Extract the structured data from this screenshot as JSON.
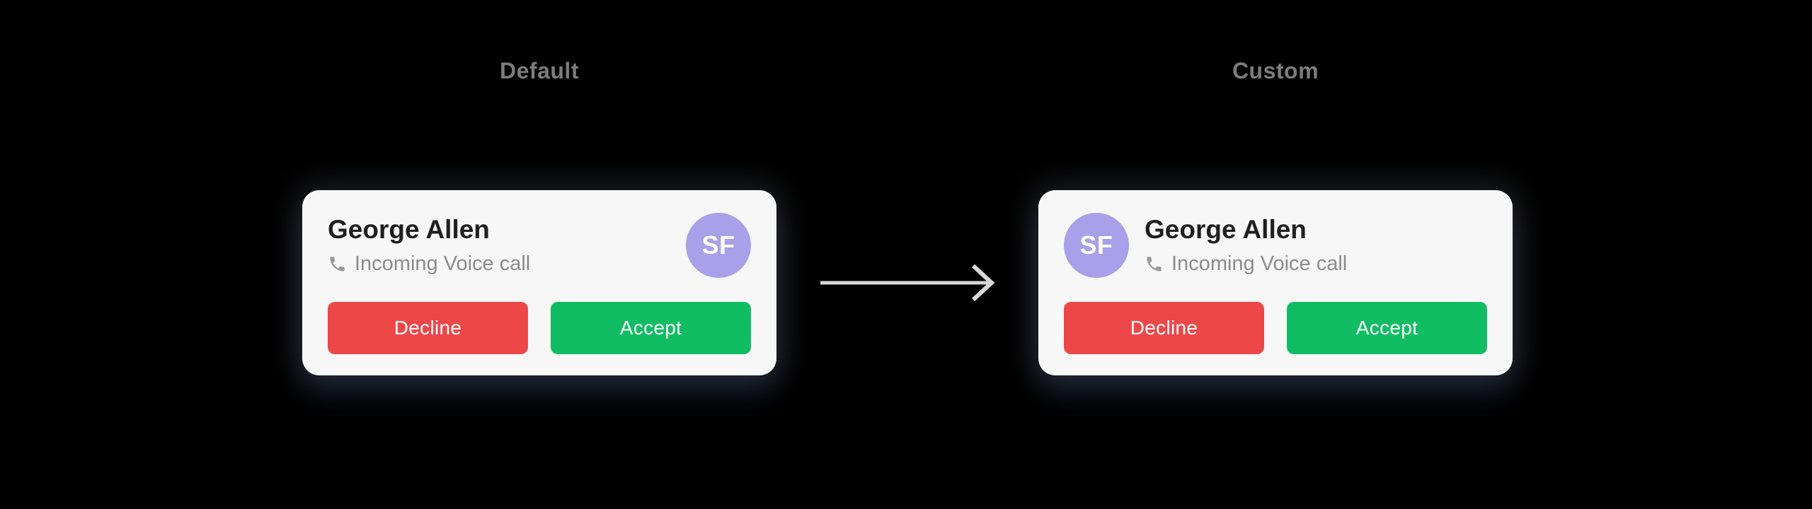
{
  "columns": [
    {
      "heading": "Default",
      "card": {
        "name": "George Allen",
        "status": "Incoming Voice call",
        "avatar_initials": "SF",
        "avatar_position": "right",
        "buttons": [
          {
            "action": "decline",
            "label": "Decline"
          },
          {
            "action": "accept",
            "label": "Accept"
          }
        ]
      }
    },
    {
      "heading": "Custom",
      "card": {
        "name": "George Allen",
        "status": "Incoming Voice call",
        "avatar_initials": "SF",
        "avatar_position": "left",
        "buttons": [
          {
            "action": "decline",
            "label": "Decline"
          },
          {
            "action": "accept",
            "label": "Accept"
          }
        ]
      }
    }
  ],
  "arrow": {
    "direction": "right"
  },
  "icons": {
    "phone": "phone-icon",
    "arrow": "arrow-right-icon"
  },
  "colors": {
    "page_background": "#000000",
    "card_background": "#f7f7f8",
    "caller_name_text": "#1f1f1f",
    "status_text": "#8b8b8b",
    "heading_text": "#7c7c7c",
    "decline_button": "#ee4748",
    "accept_button": "#10bd63",
    "avatar_background": "#a8a0e8",
    "button_text": "#ffffff",
    "arrow_stroke": "#d8d8d8"
  }
}
